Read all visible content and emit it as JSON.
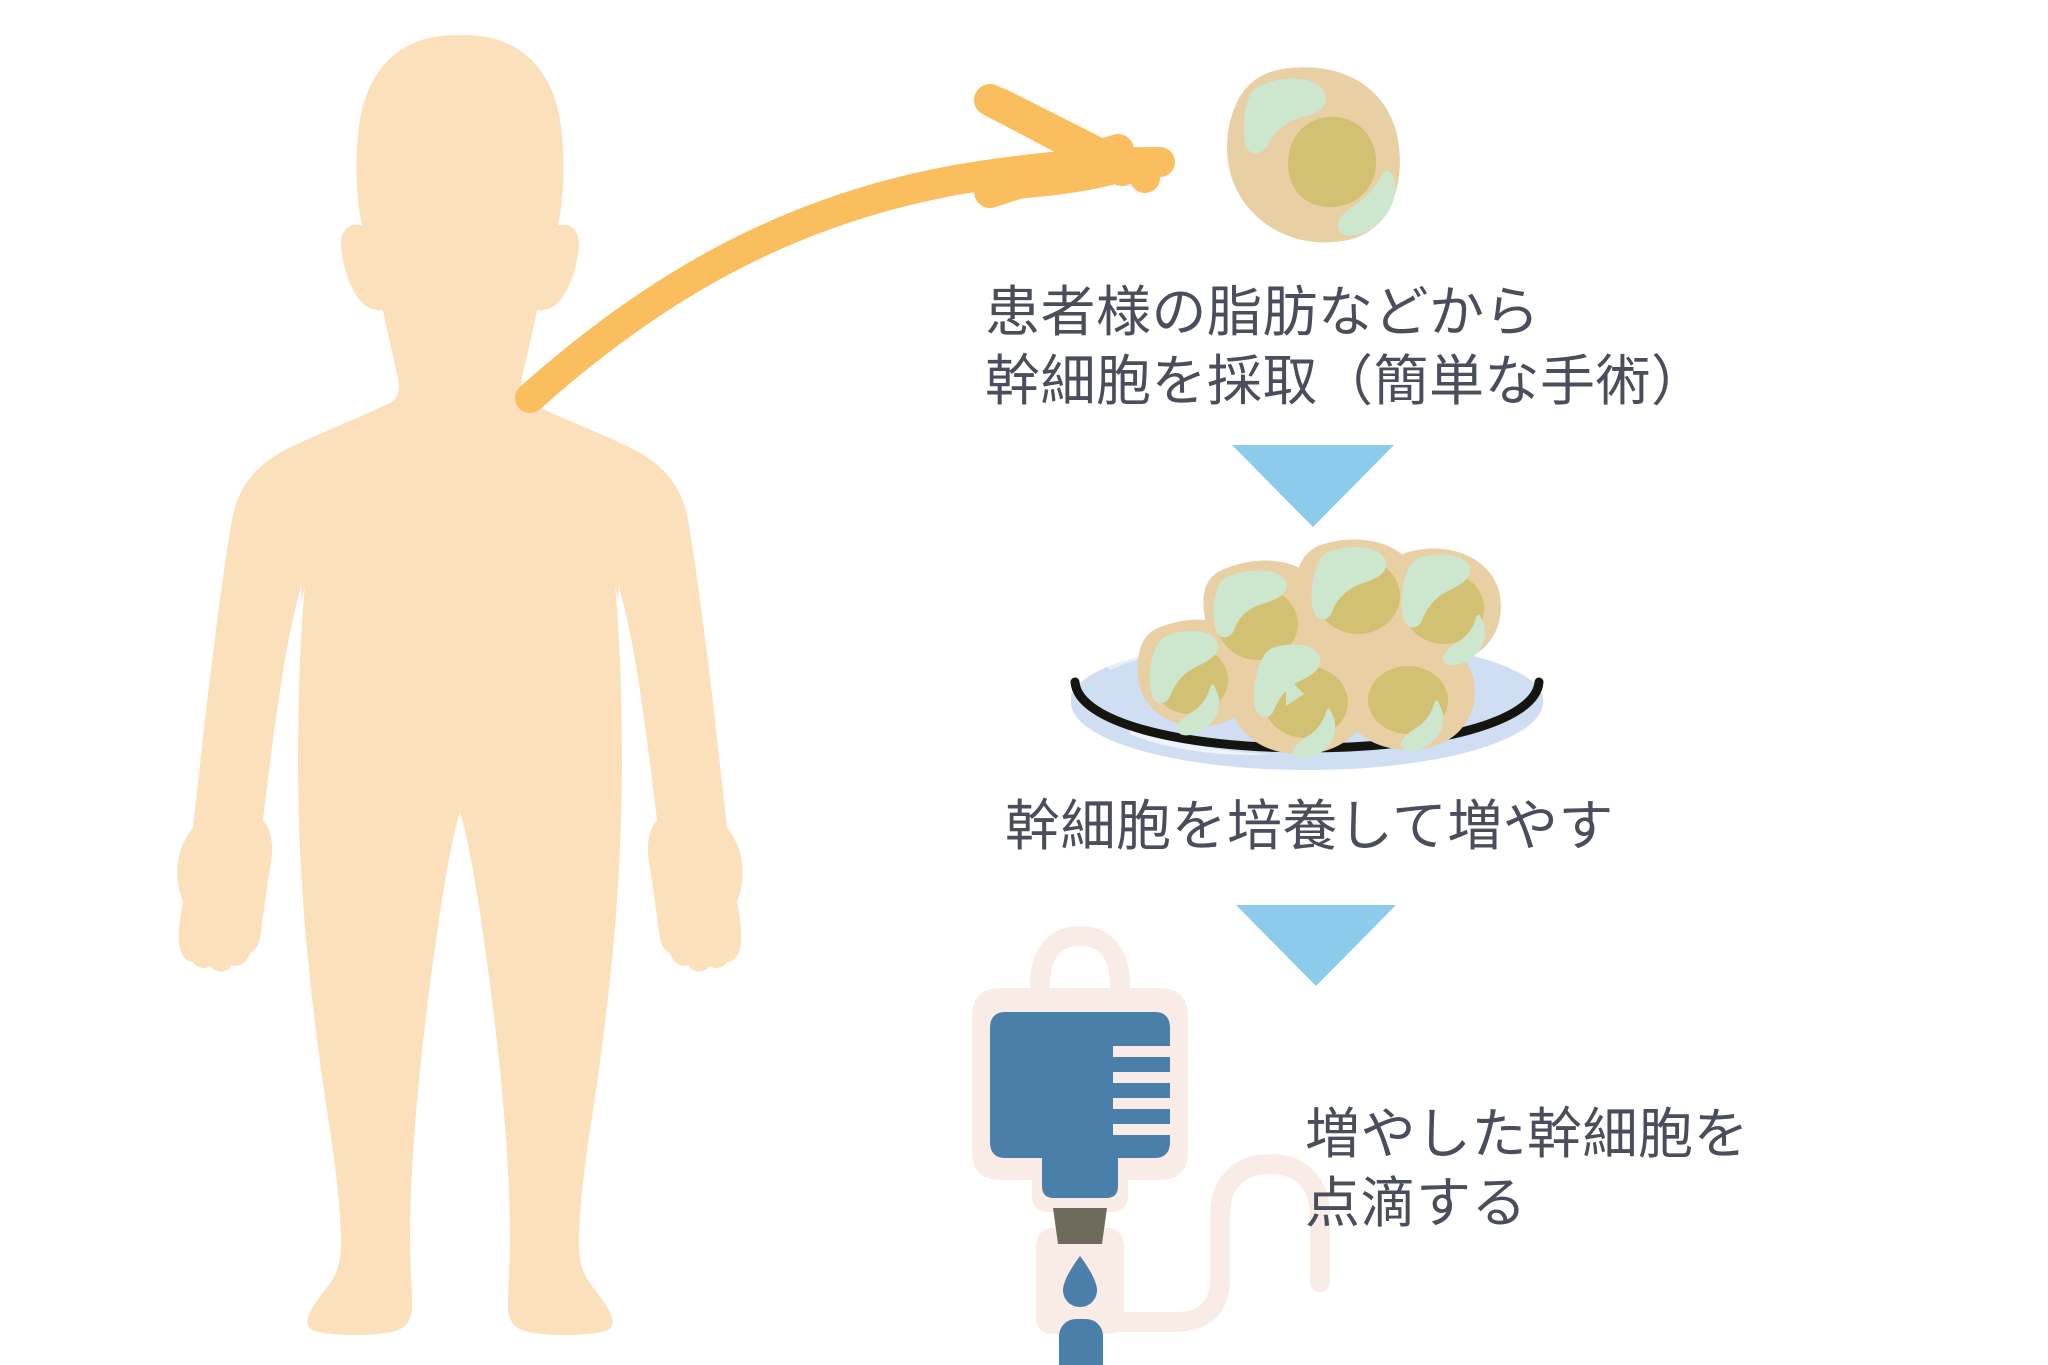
{
  "diagram": {
    "title": "stem-cell-therapy-process",
    "background_color": "#ffffff",
    "text_color": "#4a4d5c",
    "steps": [
      {
        "id": "harvest",
        "order": 1,
        "icon": "single-stem-cell-icon",
        "caption_lines": [
          "患者様の脂肪などから",
          "幹細胞を採取（簡単な手術）"
        ],
        "caption": "患者様の脂肪などから\n幹細胞を採取（簡単な手術）"
      },
      {
        "id": "culture",
        "order": 2,
        "icon": "petri-dish-cell-cluster-icon",
        "caption_lines": [
          "幹細胞を培養して増やす"
        ],
        "caption": "幹細胞を培養して増やす"
      },
      {
        "id": "infuse",
        "order": 3,
        "icon": "iv-drip-bag-icon",
        "caption_lines": [
          "増やした幹細胞を",
          "点滴する"
        ],
        "caption": "増やした幹細胞を\n点滴する"
      }
    ],
    "connectors": [
      {
        "id": "arrow-body-to-cell",
        "type": "curved-arrow",
        "color": "#fbbe5f",
        "from": "human-body-silhouette",
        "to": "single-stem-cell-icon"
      },
      {
        "id": "triangle-harvest-to-culture",
        "type": "down-triangle",
        "color": "#8ccbec"
      },
      {
        "id": "triangle-culture-to-infuse",
        "type": "down-triangle",
        "color": "#8ccbec"
      }
    ],
    "figures": {
      "human_body": {
        "name": "human-body-silhouette",
        "color": "#fce0bb"
      },
      "stem_cell": {
        "name": "single-stem-cell-icon",
        "body_color": "#e9cfa4",
        "nucleus_color": "#d2c173",
        "highlight_color": "#cde6ce"
      },
      "petri_dish": {
        "name": "petri-dish-cell-cluster-icon",
        "dish_color": "#cfdef2",
        "rim_color": "#1a1a1a",
        "cell_count": 6
      },
      "iv_bag": {
        "name": "iv-drip-bag-icon",
        "shell_color": "#f9ece6",
        "fluid_color": "#4a7faa",
        "cap_color": "#6e6a5c"
      }
    },
    "palette": {
      "skin": "#fce0bb",
      "orange_arrow": "#fbbe5f",
      "blue_triangle": "#8ccbec",
      "cell_tan": "#e9cfa4",
      "cell_nucleus": "#d2c173",
      "cell_highlight": "#cde6ce",
      "dish_blue": "#cfdef2",
      "iv_shell": "#f9ece6",
      "iv_fluid": "#4a7faa",
      "iv_cap": "#6e6a5c",
      "text": "#4a4d5c"
    }
  }
}
